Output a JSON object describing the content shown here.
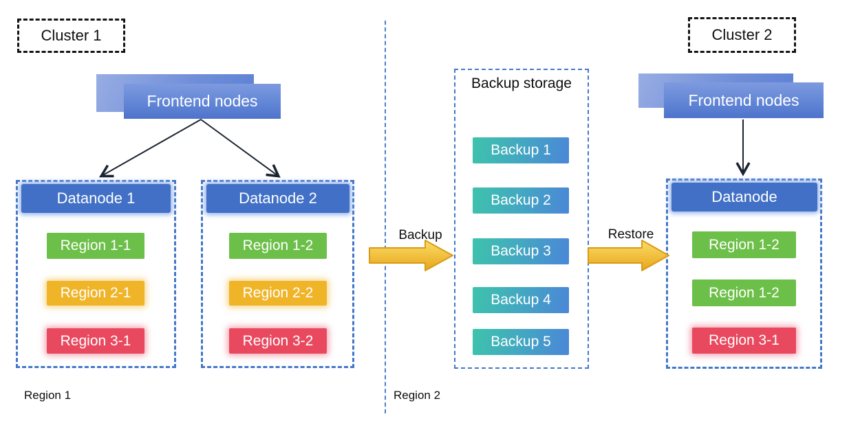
{
  "cluster1": {
    "label": "Cluster 1",
    "frontend_label": "Frontend nodes",
    "region_footer": "Region 1",
    "datanodes": [
      {
        "title": "Datanode 1",
        "regions": [
          {
            "label": "Region 1-1",
            "color": "green"
          },
          {
            "label": "Region 2-1",
            "color": "amber"
          },
          {
            "label": "Region 3-1",
            "color": "red"
          }
        ]
      },
      {
        "title": "Datanode 2",
        "regions": [
          {
            "label": "Region 1-2",
            "color": "green"
          },
          {
            "label": "Region 2-2",
            "color": "amber"
          },
          {
            "label": "Region 3-2",
            "color": "red"
          }
        ]
      }
    ]
  },
  "flow": {
    "backup_label": "Backup",
    "restore_label": "Restore"
  },
  "backup_storage": {
    "title": "Backup storage",
    "region_footer": "Region 2",
    "items": [
      "Backup 1",
      "Backup 2",
      "Backup 3",
      "Backup 4",
      "Backup 5"
    ]
  },
  "cluster2": {
    "label": "Cluster 2",
    "frontend_label": "Frontend nodes",
    "datanode": {
      "title": "Datanode",
      "regions": [
        {
          "label": "Region 1-2",
          "color": "green"
        },
        {
          "label": "Region 1-2",
          "color": "green"
        },
        {
          "label": "Region 3-1",
          "color": "red"
        }
      ]
    }
  },
  "colors": {
    "frontend_gradient_top": "#7E9ADF",
    "frontend_gradient_bottom": "#4E73CB",
    "frontend_back_box": "#98ADE3",
    "datanode_header_blue": "#4170C6",
    "region_green": "#6CBF48",
    "region_amber": "#F0B429",
    "region_red": "#E8495F",
    "backup_gradient_teal": "#3EC3AC",
    "backup_gradient_blue": "#4B86D8",
    "flow_arrow_gold_light": "#FBDD66",
    "flow_arrow_gold_dark": "#E8A51C",
    "dashed_border_blue": "#4377C9",
    "dashed_border_black": "#141414",
    "connector_line": "#1b2430"
  }
}
